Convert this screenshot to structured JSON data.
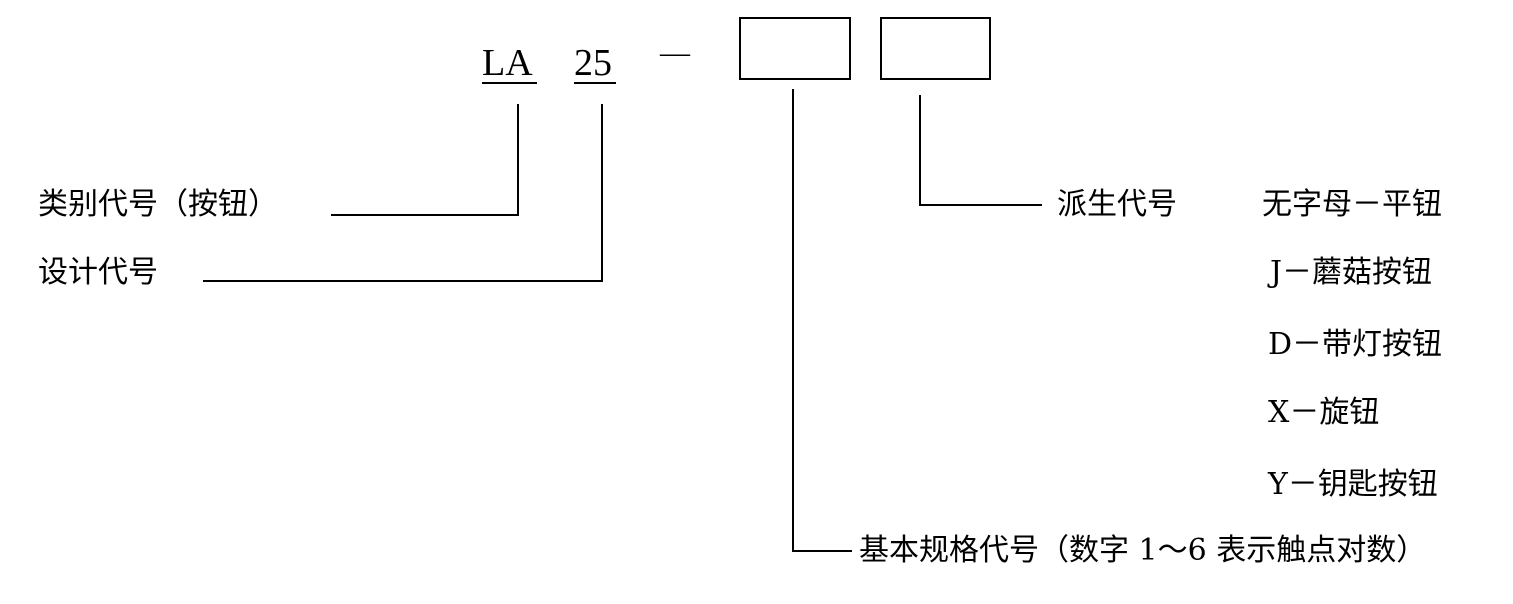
{
  "code": {
    "prefix": "LA",
    "design_number": "25",
    "dash": "—"
  },
  "labels": {
    "category": "类别代号（按钮）",
    "design": "设计代号",
    "derived": "派生代号",
    "basic_spec": "基本规格代号（数字 1～6 表示触点对数）"
  },
  "derived_options": [
    "无字母－平钮",
    "J－蘑菇按钮",
    "D－带灯按钮",
    "X－旋钮",
    "Y－钥匙按钮"
  ],
  "colors": {
    "ink": "#000000",
    "background": "#ffffff"
  }
}
